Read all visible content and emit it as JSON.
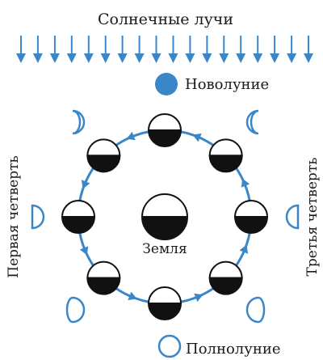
{
  "labels": {
    "sun_rays": "Солнечные лучи",
    "new_moon": "Новолуние",
    "full_moon": "Полнолуние",
    "first_quarter": "Первая четверть",
    "third_quarter": "Третья четверть",
    "earth": "Земля"
  },
  "colors": {
    "accent": "#3a86c8",
    "dark": "#111111",
    "text": "#1a1a1a"
  },
  "counts": {
    "sun_rays": 18,
    "orbit_moons": 8
  }
}
